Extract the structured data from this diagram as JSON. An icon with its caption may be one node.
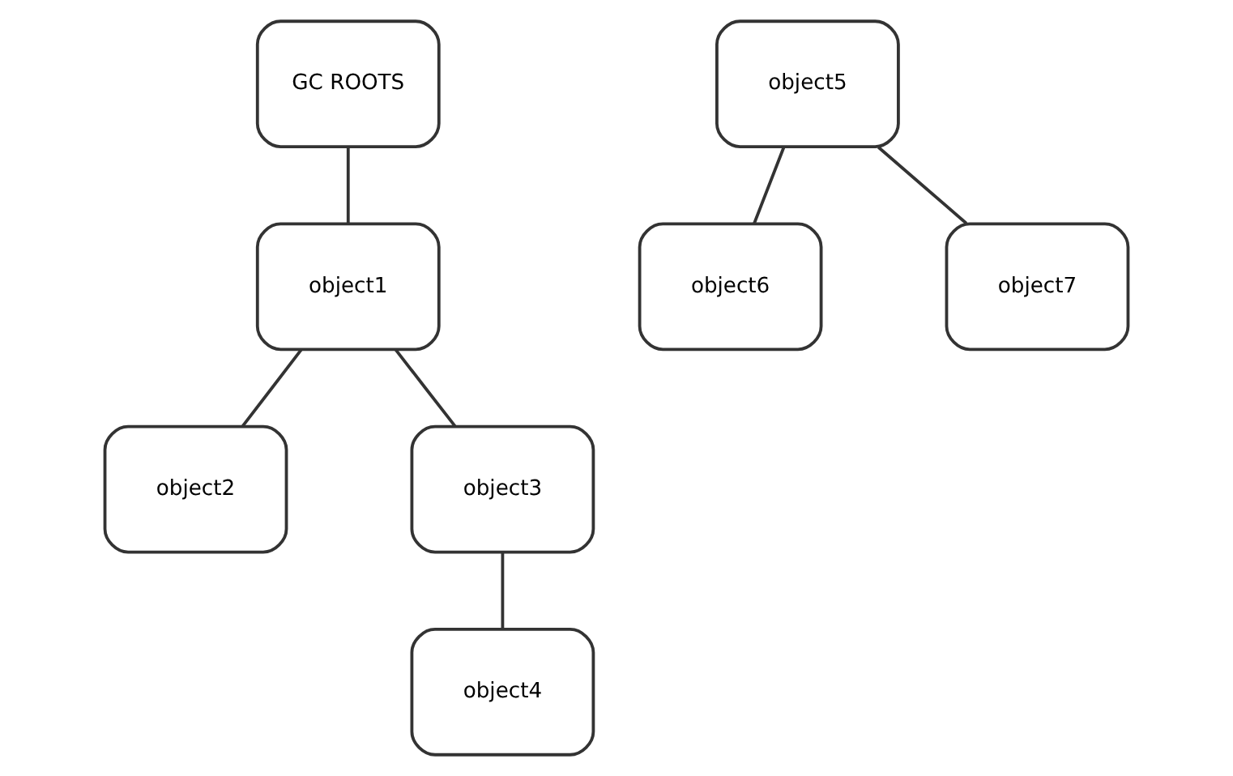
{
  "diagram": {
    "nodes": [
      {
        "text": [
          "GC ROOTS"
        ]
      },
      {
        "text": [
          "object1"
        ]
      },
      {
        "text": [
          "object2"
        ]
      },
      {
        "text": [
          "object3"
        ]
      },
      {
        "text": [
          "object4"
        ]
      },
      {
        "text": [
          "object5"
        ]
      },
      {
        "text": [
          "object6"
        ]
      },
      {
        "text": [
          "object7"
        ]
      }
    ],
    "edges": [
      {
        "from": 0,
        "to": 1,
        "arrow": "none"
      },
      {
        "from": 1,
        "to": 2,
        "arrow": "none"
      },
      {
        "from": 1,
        "to": 3,
        "arrow": "none"
      },
      {
        "from": 3,
        "to": 4,
        "arrow": "none"
      },
      {
        "from": 5,
        "to": 6,
        "arrow": "none"
      },
      {
        "from": 5,
        "to": 7,
        "arrow": "none"
      }
    ]
  }
}
